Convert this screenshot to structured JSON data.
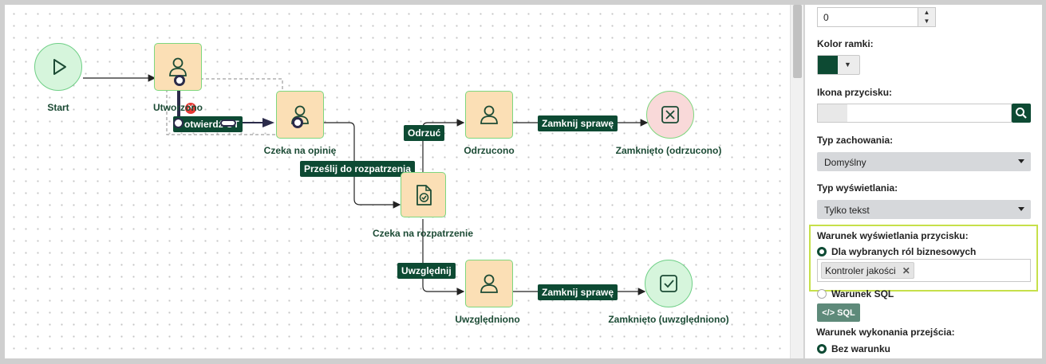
{
  "flow": {
    "nodes": {
      "start": "Start",
      "utworzono": "Utworzono",
      "czeka_na_opinie": "Czeka na opinię",
      "odrzucono": "Odrzucono",
      "zamknieto_odrzucono": "Zamknięto (odrzucono)",
      "czeka_na_rozpatrzenie": "Czeka na rozpatrzenie",
      "uwzglednino": "Uwzględniono",
      "zamknieto_uwzglednino": "Zamknięto (uwzględniono)"
    },
    "edges": {
      "otwierdz": "otwierdź OT",
      "przeslij": "Prześlij do rozpatrzenia",
      "odrzuc": "Odrzuć",
      "zamknij_1": "Zamknij sprawę",
      "uwzglednij": "Uwzględnij",
      "zamknij_2": "Zamknij sprawę"
    },
    "colors": {
      "accent": "#0d4a33",
      "task_fill": "#fbdfb5",
      "node_border": "#7ed77e",
      "start_fill": "#d6f5dc",
      "end_reject_fill": "#f9d9d9",
      "end_accept_fill": "#d6f5dc",
      "selection_delete": "#e53935"
    }
  },
  "panel": {
    "number_value": "0",
    "border_color_label": "Kolor ramki:",
    "border_color_value": "#0d4a33",
    "icon_label": "Ikona przycisku:",
    "icon_value": "",
    "behavior_label": "Typ zachowania:",
    "behavior_value": "Domyślny",
    "display_label": "Typ wyświetlania:",
    "display_value": "Tylko tekst",
    "condition_label": "Warunek wyświetlania przycisku:",
    "condition_opt1": "Dla wybranych ról biznesowych",
    "role_tag": "Kontroler jakości",
    "condition_opt2": "Warunek SQL",
    "sql_button": "SQL",
    "exec_label": "Warunek wykonania przejścia:",
    "exec_opt1": "Bez warunku"
  }
}
